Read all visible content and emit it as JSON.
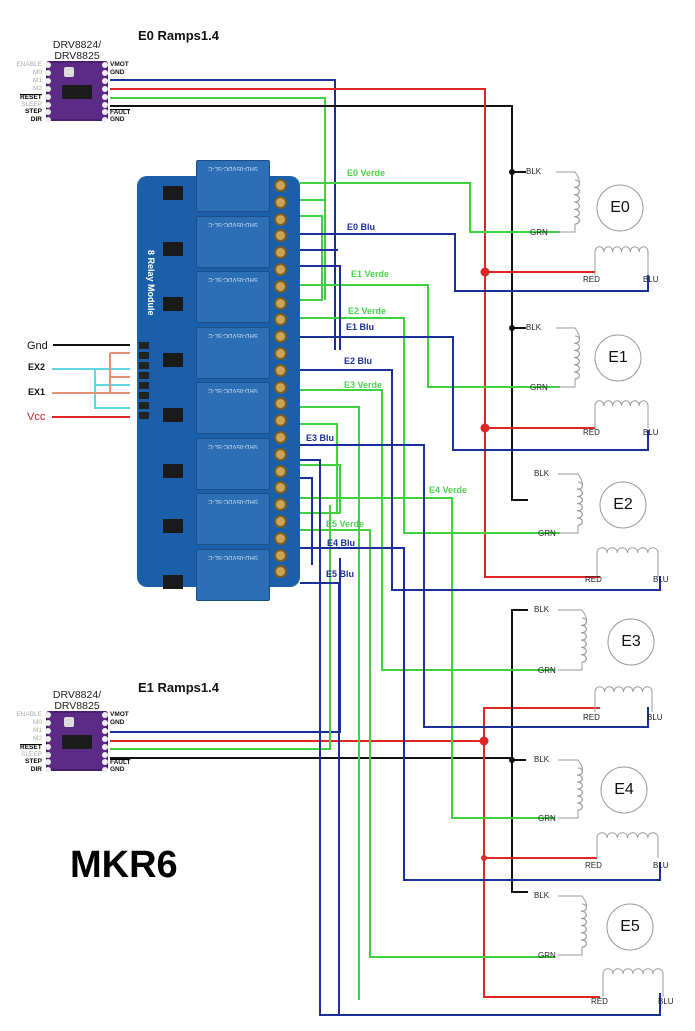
{
  "diagram": {
    "brand": "MKR6",
    "drivers": [
      {
        "id": "E0",
        "title": "E0 Ramps1.4",
        "name_line1": "DRV8824/",
        "name_line2": "DRV8825",
        "left_pins": [
          "ENABLE",
          "M0",
          "M1",
          "M2",
          "RESET",
          "SLEEP",
          "STEP",
          "DIR"
        ],
        "right_pins": [
          "VMOT",
          "GND",
          "",
          "",
          "",
          "",
          "FAULT",
          "GND"
        ]
      },
      {
        "id": "E1",
        "title": "E1 Ramps1.4",
        "name_line1": "DRV8824/",
        "name_line2": "DRV8825",
        "left_pins": [
          "ENABLE",
          "M0",
          "M1",
          "M2",
          "RESET",
          "SLEEP",
          "STEP",
          "DIR"
        ],
        "right_pins": [
          "VMOT",
          "GND",
          "",
          "",
          "",
          "",
          "FAULT",
          "GND"
        ]
      }
    ],
    "relay_module": {
      "label": "8 Relay Module",
      "relay_marking": "SRD-05VDC-SL-C",
      "relay_count": 8
    },
    "inputs": [
      {
        "label": "Gnd",
        "color": "#000000"
      },
      {
        "label": "EX2",
        "color": "#5fd8e0"
      },
      {
        "label": "EX1",
        "color": "#e39077"
      },
      {
        "label": "Vcc",
        "color": "#d02020"
      }
    ],
    "wire_labels": [
      {
        "text": "E0 Verde",
        "kind": "green"
      },
      {
        "text": "E0 Blu",
        "kind": "blue"
      },
      {
        "text": "E1 Verde",
        "kind": "green"
      },
      {
        "text": "E2 Verde",
        "kind": "green"
      },
      {
        "text": "E1 Blu",
        "kind": "blue"
      },
      {
        "text": "E2 Blu",
        "kind": "blue"
      },
      {
        "text": "E3 Verde",
        "kind": "green"
      },
      {
        "text": "E3 Blu",
        "kind": "blue"
      },
      {
        "text": "E4 Verde",
        "kind": "green"
      },
      {
        "text": "E5 Verde",
        "kind": "green"
      },
      {
        "text": "E4 Blu",
        "kind": "blue"
      },
      {
        "text": "E5 Blu",
        "kind": "blue"
      }
    ],
    "motors": [
      {
        "name": "E0",
        "coil_labels": [
          "BLK",
          "GRN",
          "RED",
          "BLU"
        ]
      },
      {
        "name": "E1",
        "coil_labels": [
          "BLK",
          "GRN",
          "RED",
          "BLU"
        ]
      },
      {
        "name": "E2",
        "coil_labels": [
          "BLK",
          "GRN",
          "RED",
          "BLU"
        ]
      },
      {
        "name": "E3",
        "coil_labels": [
          "BLK",
          "GRN",
          "RED",
          "BLU"
        ]
      },
      {
        "name": "E4",
        "coil_labels": [
          "BLK",
          "GRN",
          "RED",
          "BLU"
        ]
      },
      {
        "name": "E5",
        "coil_labels": [
          "BLK",
          "GRN",
          "RED",
          "BLU"
        ]
      }
    ],
    "colors": {
      "wire_blue": "#1a2f9a",
      "wire_red": "#e02525",
      "wire_green": "#3fd23f",
      "wire_black": "#111111",
      "wire_cyan": "#5fd8e0",
      "wire_salmon": "#e39077",
      "relay_board": "#1b5fa8",
      "driver_board": "#5b2b86"
    }
  }
}
